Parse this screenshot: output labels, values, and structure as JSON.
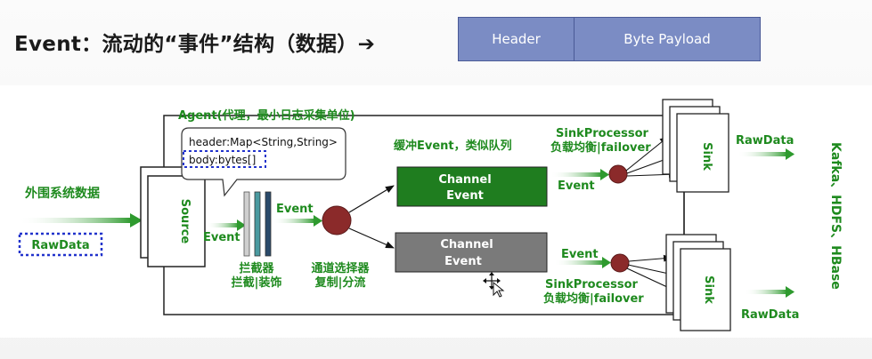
{
  "title": "Event：流动的“事件”结构（数据）➔",
  "event_structure": {
    "header": "Header",
    "payload": "Byte Payload"
  },
  "diagram": {
    "agent_label": "Agent(代理，最小日志采集单位)",
    "callout_line1": "header:Map<String,String>",
    "callout_line2": "body:bytes[]",
    "external_label": "外围系统数据",
    "raw_input": "RawData",
    "source": "Source",
    "event_to_interceptor": "Event",
    "event_to_selector": "Event",
    "interceptor_line1": "拦截器",
    "interceptor_line2": "拦截|装饰",
    "selector_line1": "通道选择器",
    "selector_line2": "复制|分流",
    "buffer_label": "缓冲Event，类似队列",
    "channel_top_line1": "Channel",
    "channel_top_line2": "Event",
    "channel_bottom_line1": "Channel",
    "channel_bottom_line2": "Event",
    "sinkproc_top_line1": "SinkProcessor",
    "sinkproc_top_line2": "负载均衡|failover",
    "sinkproc_bottom_line1": "SinkProcessor",
    "sinkproc_bottom_line2": "负载均衡|failover",
    "event_top": "Event",
    "event_bottom": "Event",
    "sink_top": "Sink",
    "sink_bottom": "Sink",
    "raw_out_top": "RawData",
    "raw_out_bottom": "RawData",
    "destinations": "Kafka、HDFS、HBase"
  },
  "colors": {
    "arrow_green": "#2e9a2e",
    "label_green": "#1e8a1e",
    "channel_green": "#1f7d1f",
    "channel_gray": "#7a7a7a",
    "selector_brown": "#8b2a2a",
    "dotted_blue": "#2233cc",
    "header_blue": "#7b8cc4"
  }
}
